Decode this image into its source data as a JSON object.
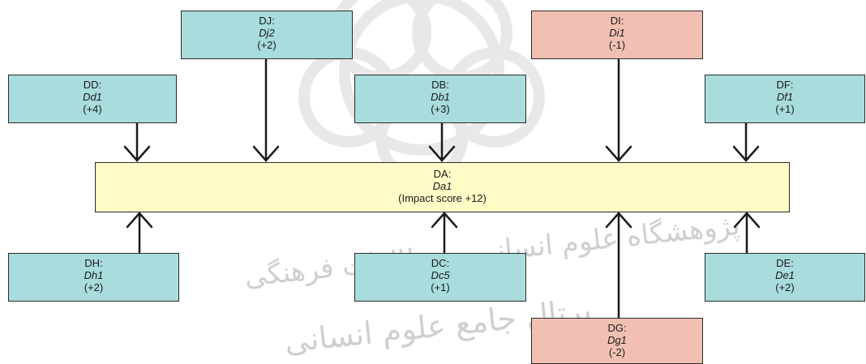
{
  "nodes": {
    "dj": {
      "title": "DJ:",
      "value": "Dj2",
      "score": "(+2)"
    },
    "di": {
      "title": "DI:",
      "value": "Di1",
      "score": "(-1)"
    },
    "dd": {
      "title": "DD:",
      "value": "Dd1",
      "score": "(+4)"
    },
    "db": {
      "title": "DB:",
      "value": "Db1",
      "score": "(+3)"
    },
    "df": {
      "title": "DF:",
      "value": "Df1",
      "score": "(+1)"
    },
    "da": {
      "title": "DA:",
      "value": "Da1",
      "score": "(Impact score +12)"
    },
    "dh": {
      "title": "DH:",
      "value": "Dh1",
      "score": "(+2)"
    },
    "dc": {
      "title": "DC:",
      "value": "Dc5",
      "score": "(+1)"
    },
    "de": {
      "title": "DE:",
      "value": "De1",
      "score": "(+2)"
    },
    "dg": {
      "title": "DG:",
      "value": "Dg1",
      "score": "(-2)"
    }
  },
  "colors": {
    "teal": "#a9dcdc",
    "pink": "#f2c0b2",
    "yellow": "#fffbc7",
    "arrow": "#1a1a1a"
  },
  "watermark": {
    "line1": "پژوهشگاه علوم انسانی و مطالعات فرهنگی",
    "line2": "پرتال جامع علوم انسانی"
  }
}
